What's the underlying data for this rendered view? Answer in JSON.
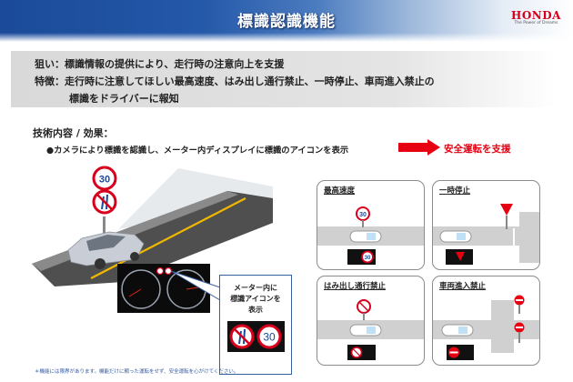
{
  "header": {
    "title": "標識認識機能",
    "logo": {
      "brand": "HONDA",
      "tagline": "The Power of Dreams"
    }
  },
  "summary": {
    "line1": "狙い：標識情報の提供により、走行時の注意向上を支援",
    "line2": "特徴：走行時に注意してほしい最高速度、はみ出し通行禁止、一時停止、車両進入禁止の",
    "line3": "標識をドライバーに報知"
  },
  "tech": {
    "heading": "技術内容 / 効果：",
    "bullet": "●カメラにより標識を認識し、メーター内ディスプレイに標識のアイコンを表示",
    "result": "安全運転を支援"
  },
  "scene": {
    "sign_speed": "30",
    "callout_text": [
      "メーター内に",
      "標識アイコンを",
      "表示"
    ],
    "callout_speed": "30"
  },
  "panels": [
    {
      "title": "最高速度",
      "sign": "30"
    },
    {
      "title": "一時停止",
      "sign": "止まれ"
    },
    {
      "title": "はみ出し通行禁止",
      "sign": "no-overtaking"
    },
    {
      "title": "車両進入禁止",
      "sign": "no-entry"
    }
  ],
  "colors": {
    "accent_red": "#e60012",
    "honda_red": "#d7001c",
    "header_blue": "#1b4a9a",
    "callout_border": "#3a5fa0"
  },
  "footnote": "＊機能には限界があります。機能だけに頼った運転をせず、安全運転を心がけてください。"
}
